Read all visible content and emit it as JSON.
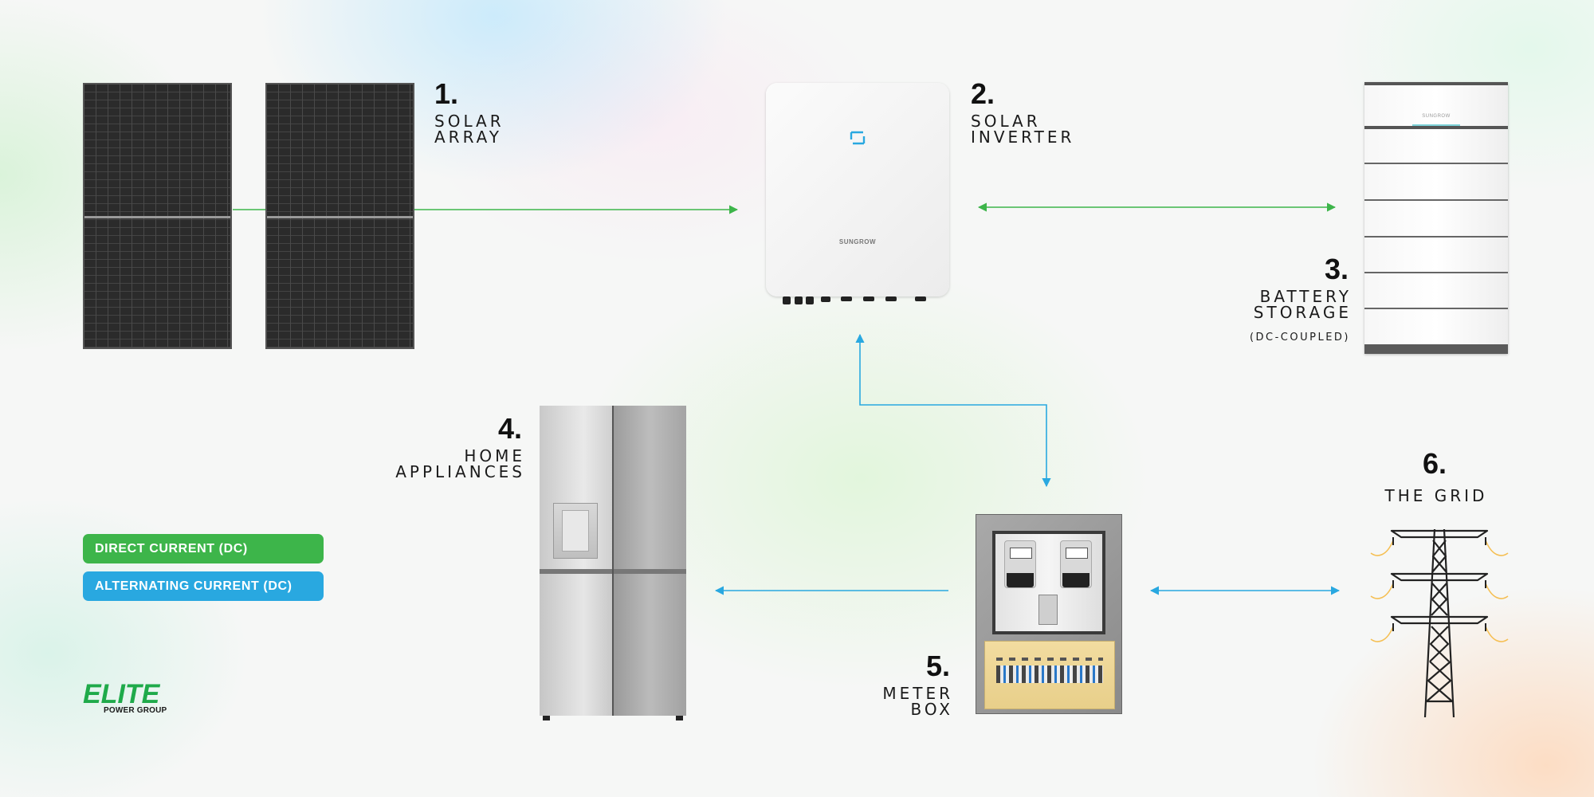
{
  "components": {
    "solar_array": {
      "number": "1.",
      "line1": "SOLAR",
      "line2": "ARRAY"
    },
    "solar_inverter": {
      "number": "2.",
      "line1": "SOLAR",
      "line2": "INVERTER",
      "brand": "SUNGROW"
    },
    "battery_storage": {
      "number": "3.",
      "line1": "BATTERY",
      "line2": "STORAGE",
      "note": "(DC-COUPLED)",
      "brand": "SUNGROW"
    },
    "home_appliances": {
      "number": "4.",
      "line1": "HOME",
      "line2": "APPLIANCES"
    },
    "meter_box": {
      "number": "5.",
      "line1": "METER",
      "line2": "BOX"
    },
    "the_grid": {
      "number": "6.",
      "line1": "THE GRID"
    }
  },
  "legend": {
    "dc": {
      "label": "DIRECT CURRENT (DC)",
      "color": "#3db54a"
    },
    "ac": {
      "label": "ALTERNATING CURRENT (DC)",
      "color": "#29a8e0"
    }
  },
  "logo": {
    "main": "ELITE",
    "sub": "POWER GROUP",
    "color": "#1faa4a"
  },
  "colors": {
    "dc_line": "#3db54a",
    "ac_line": "#29a8e0",
    "cable_glow": "#f5b942"
  }
}
